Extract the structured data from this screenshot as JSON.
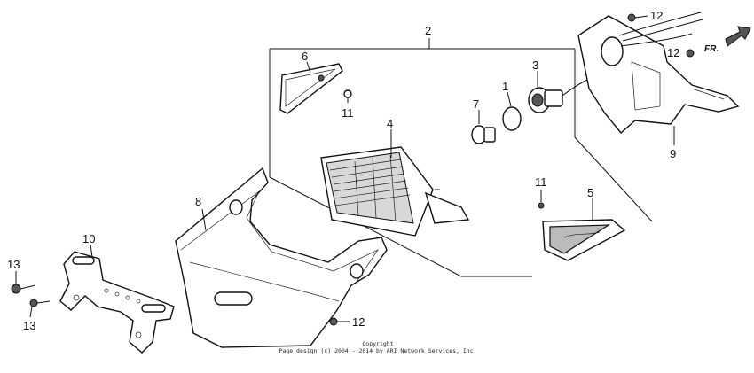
{
  "callouts": [
    {
      "id": "c1",
      "label": "1"
    },
    {
      "id": "c2",
      "label": "2"
    },
    {
      "id": "c3",
      "label": "3"
    },
    {
      "id": "c4",
      "label": "4"
    },
    {
      "id": "c5",
      "label": "5"
    },
    {
      "id": "c6",
      "label": "6"
    },
    {
      "id": "c7",
      "label": "7"
    },
    {
      "id": "c8",
      "label": "8"
    },
    {
      "id": "c9",
      "label": "9"
    },
    {
      "id": "c10",
      "label": "10"
    },
    {
      "id": "c11a",
      "label": "11"
    },
    {
      "id": "c11b",
      "label": "11"
    },
    {
      "id": "c12a",
      "label": "12"
    },
    {
      "id": "c12b",
      "label": "12"
    },
    {
      "id": "c12c",
      "label": "12"
    },
    {
      "id": "c13a",
      "label": "13"
    },
    {
      "id": "c13b",
      "label": "13"
    }
  ],
  "direction_label": "FR.",
  "copyright": {
    "line1": "Copyright",
    "line2": "Page design (c) 2004 - 2014 by ARI Network Services, Inc."
  }
}
